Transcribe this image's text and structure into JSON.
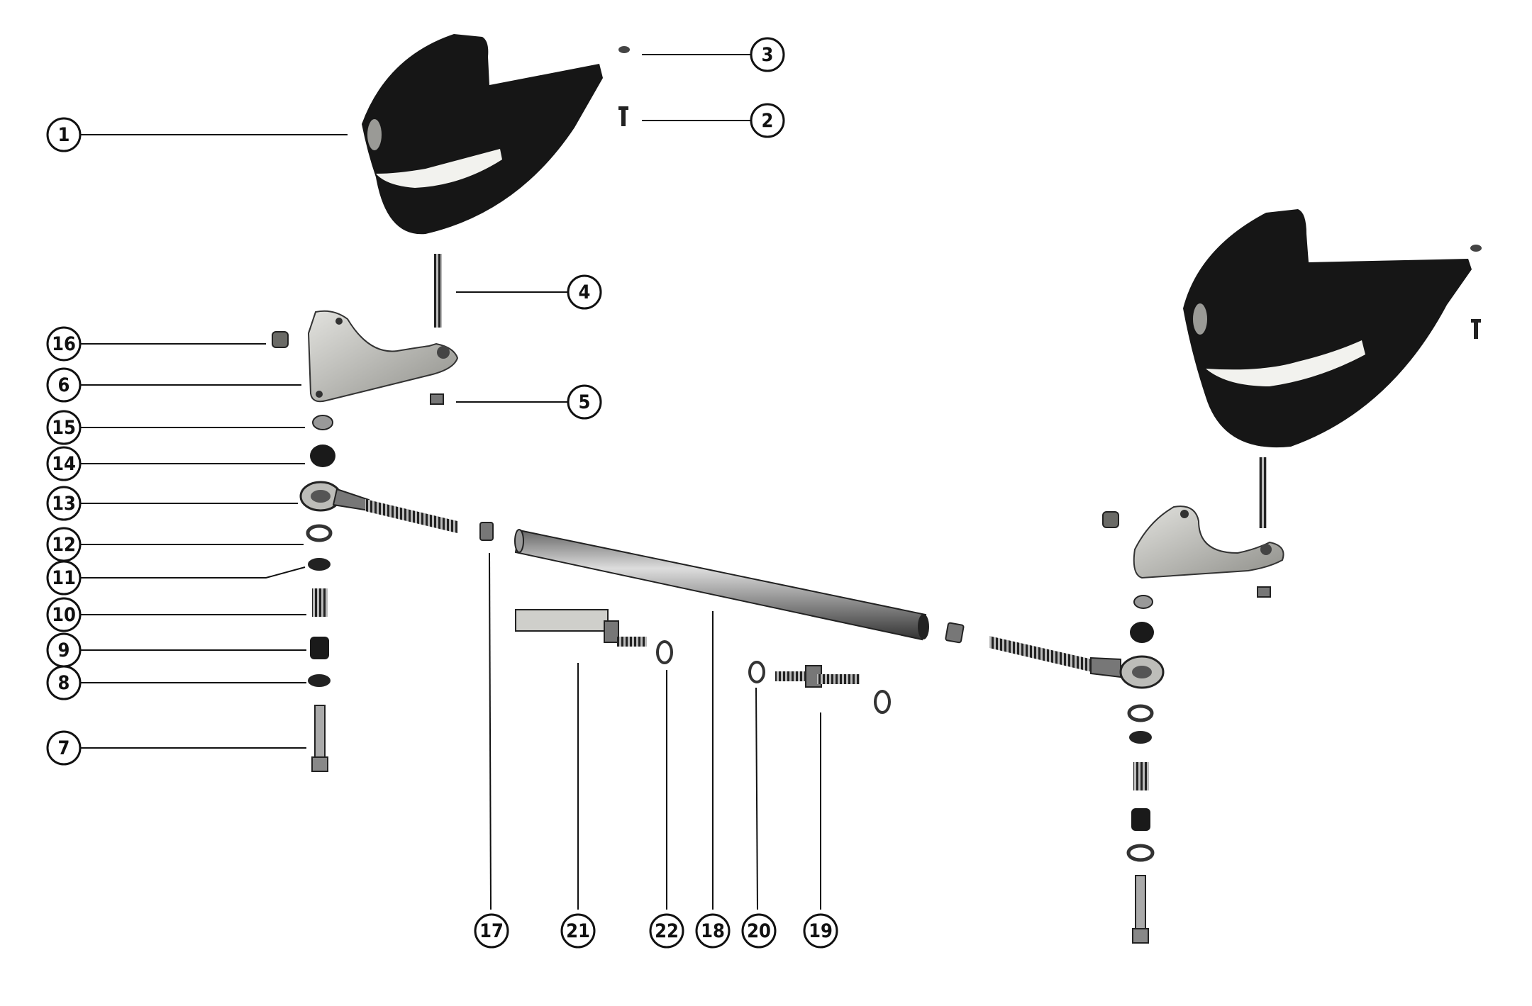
{
  "callouts": [
    "1",
    "2",
    "3",
    "4",
    "5",
    "6",
    "7",
    "8",
    "9",
    "10",
    "11",
    "12",
    "13",
    "14",
    "15",
    "16",
    "17",
    "18",
    "19",
    "20",
    "21",
    "22"
  ],
  "colors": {
    "ink": "#111111",
    "part_dark": "#161616",
    "metal": "#c9c9c6",
    "metal_light": "#e8e8e4",
    "paper": "#ffffff"
  }
}
